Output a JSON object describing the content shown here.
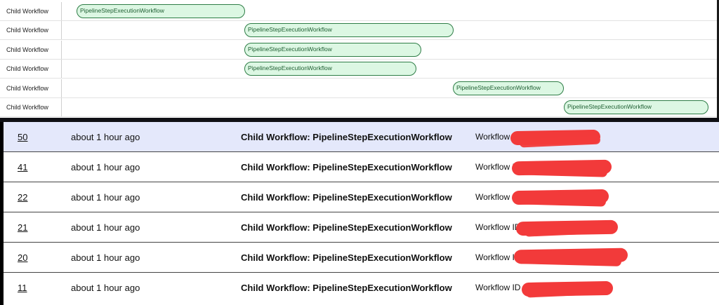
{
  "timeline": {
    "rows": [
      {
        "label": "Child Workflow",
        "bar": "PipelineStepExecutionWorkflow"
      },
      {
        "label": "Child Workflow",
        "bar": "PipelineStepExecutionWorkflow"
      },
      {
        "label": "Child Workflow",
        "bar": "PipelineStepExecutionWorkflow"
      },
      {
        "label": "Child Workflow",
        "bar": "PipelineStepExecutionWorkflow"
      },
      {
        "label": "Child Workflow",
        "bar": "PipelineStepExecutionWorkflow"
      },
      {
        "label": "Child Workflow",
        "bar": "PipelineStepExecutionWorkflow"
      }
    ]
  },
  "events": {
    "rows": [
      {
        "id": "50",
        "time": "about 1 hour ago",
        "type": "Child Workflow: PipelineStepExecutionWorkflow",
        "detail": "Workflow ID"
      },
      {
        "id": "41",
        "time": "about 1 hour ago",
        "type": "Child Workflow: PipelineStepExecutionWorkflow",
        "detail": "Workflow ID"
      },
      {
        "id": "22",
        "time": "about 1 hour ago",
        "type": "Child Workflow: PipelineStepExecutionWorkflow",
        "detail": "Workflow ID"
      },
      {
        "id": "21",
        "time": "about 1 hour ago",
        "type": "Child Workflow: PipelineStepExecutionWorkflow",
        "detail": "Workflow ID"
      },
      {
        "id": "20",
        "time": "about 1 hour ago",
        "type": "Child Workflow: PipelineStepExecutionWorkflow",
        "detail": "Workflow ID"
      },
      {
        "id": "11",
        "time": "about 1 hour ago",
        "type": "Child Workflow: PipelineStepExecutionWorkflow",
        "detail": "Workflow ID"
      }
    ]
  },
  "colors": {
    "bar_fill": "#dcf7e3",
    "bar_border": "#2e7d46",
    "selected_row": "#e4e8fb",
    "redaction": "#f23a3a"
  }
}
